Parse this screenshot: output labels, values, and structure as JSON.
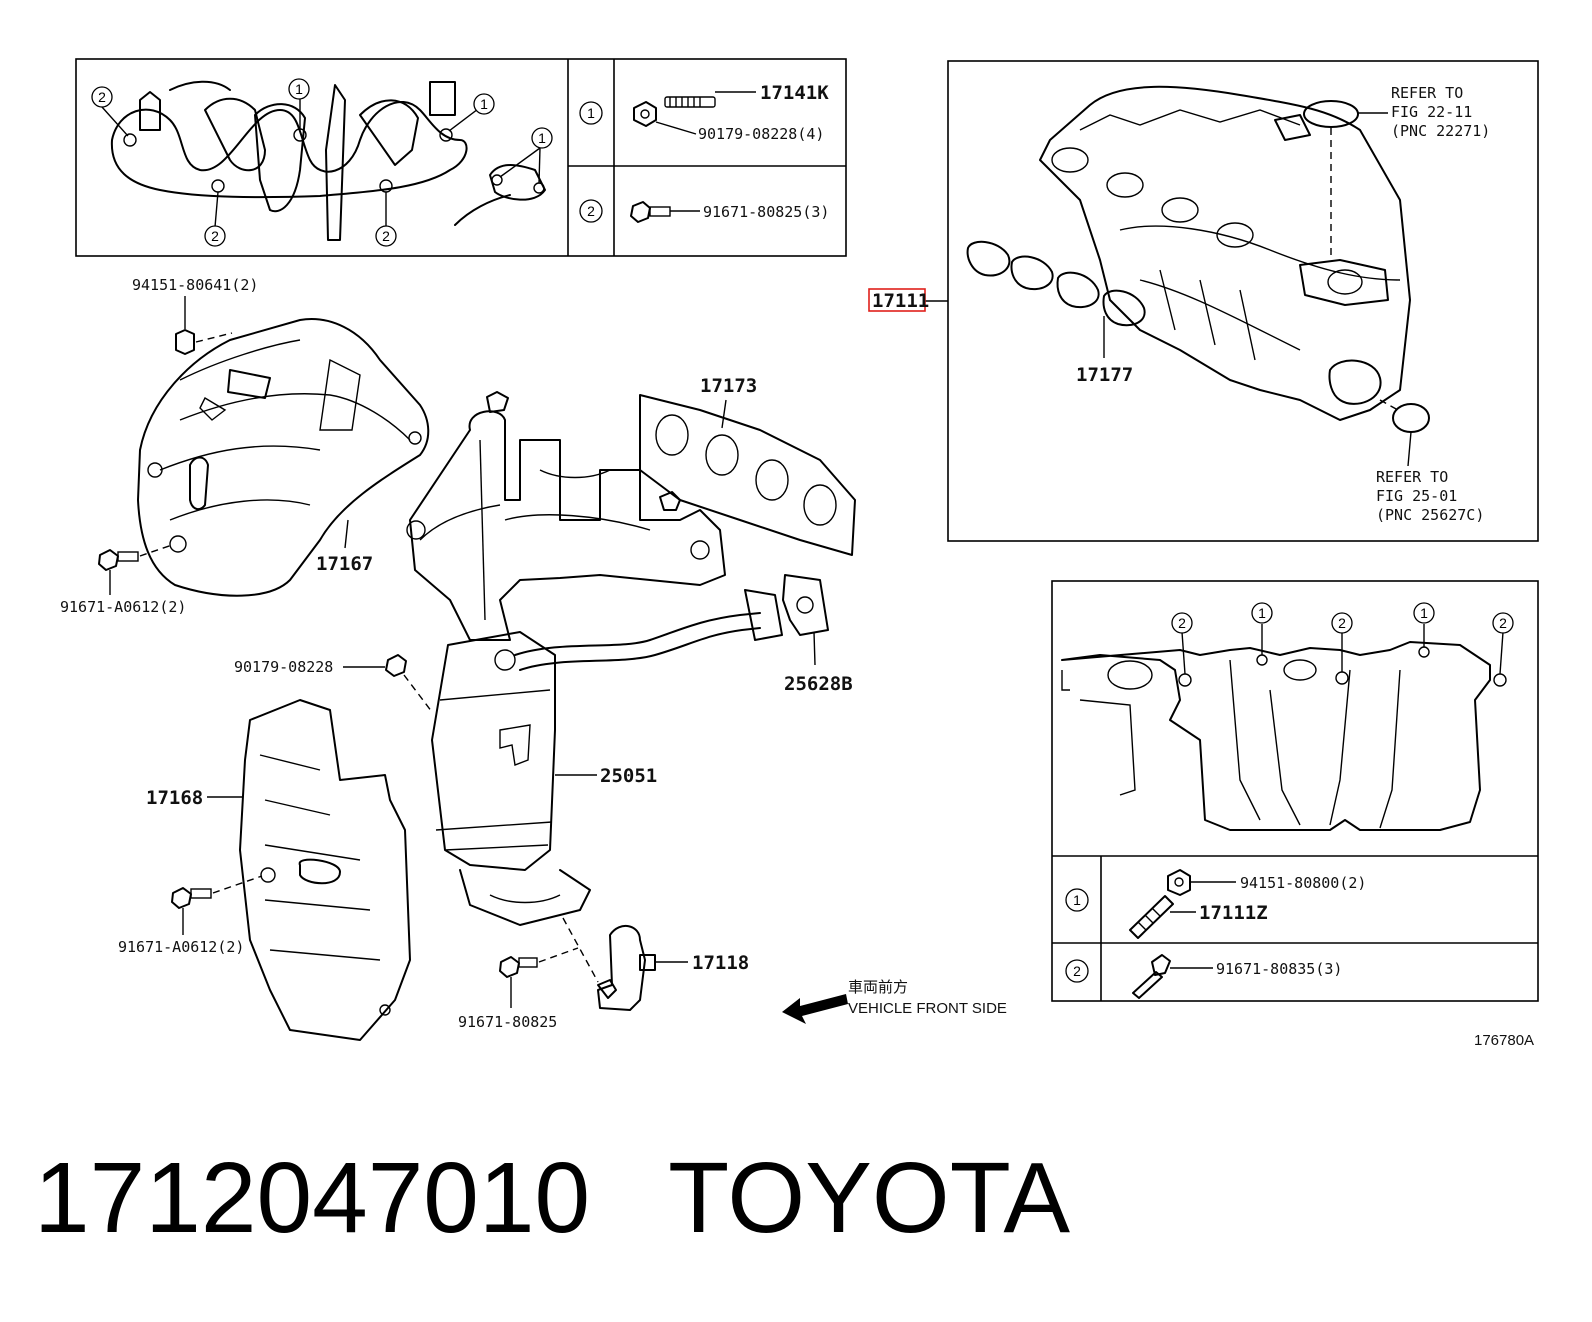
{
  "callouts": {
    "c17141K": "17141K",
    "c90179_08228_4": "90179-08228(4)",
    "c91671_80825_3": "91671-80825(3)",
    "c94151_80641_2": "94151-80641(2)",
    "c17173": "17173",
    "c17167": "17167",
    "c91671_A0612_2_top": "91671-A0612(2)",
    "c90179_08228": "90179-08228",
    "c25628B": "25628B",
    "c17168": "17168",
    "c25051": "25051",
    "c91671_A0612_2_bottom": "91671-A0612(2)",
    "c17118": "17118",
    "c91671_80825": "91671-80825",
    "c17111": "17111",
    "c17177": "17177",
    "c94151_80800_2": "94151-80800(2)",
    "c17111Z": "17111Z",
    "c91671_80835_3": "91671-80835(3)"
  },
  "refer_top": {
    "line1": "REFER TO",
    "line2": "FIG 22-11",
    "line3": "(PNC 22271)"
  },
  "refer_bottom": {
    "line1": "REFER TO",
    "line2": "FIG 25-01",
    "line3": "(PNC 25627C)"
  },
  "direction": {
    "cjk": "車両前方",
    "english": "VEHICLE FRONT SIDE"
  },
  "markers": {
    "one": "1",
    "two": "2"
  },
  "figure_id": "176780A",
  "footer": {
    "part_number": "1712047010",
    "brand": "TOYOTA"
  },
  "highlight_color": "#e0201a"
}
